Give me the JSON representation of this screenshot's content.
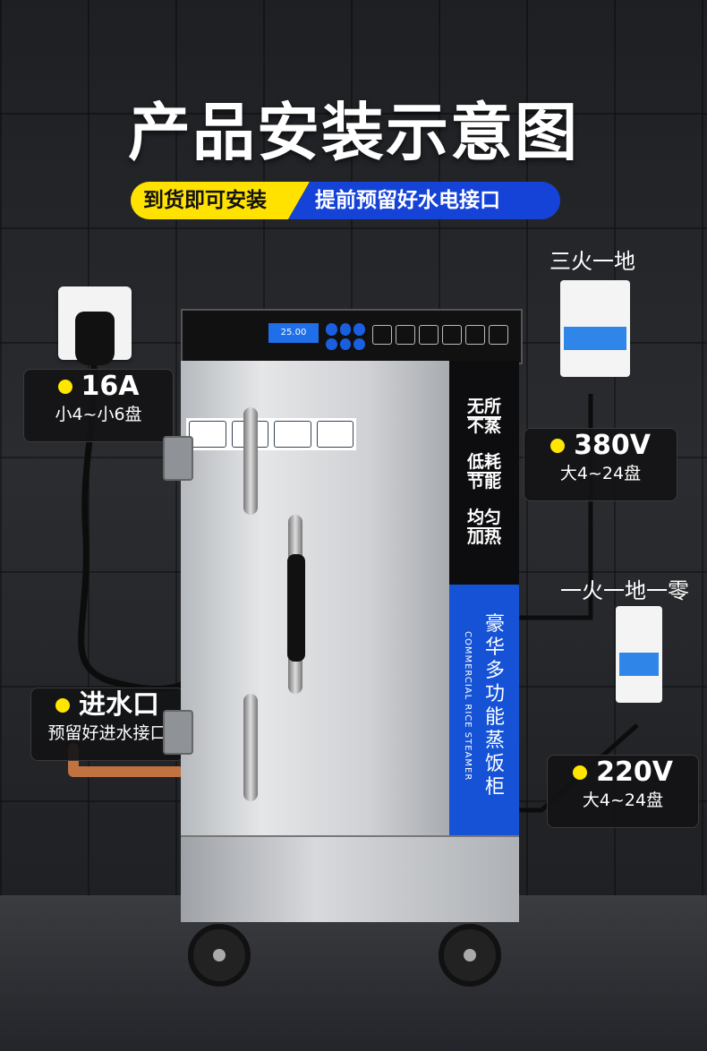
{
  "title": "产品安装示意图",
  "banner": {
    "left": "到货即可安装",
    "right": "提前预留好水电接口"
  },
  "callouts": {
    "power16a": {
      "main": "16A",
      "sub": "小4~小6盘"
    },
    "water": {
      "main": "进水口",
      "sub": "预留好进水接口"
    },
    "v380": {
      "main": "380V",
      "sub": "大4~24盘"
    },
    "v220": {
      "main": "220V",
      "sub": "大4~24盘"
    }
  },
  "labels": {
    "three_phase": "三火一地",
    "single_phase": "一火一地一零"
  },
  "cabinet": {
    "lcd": "25.00",
    "features": [
      "无所不蒸",
      "低耗节能",
      "均匀加热"
    ],
    "vertical_cn": "豪华多功能蒸饭柜",
    "vertical_en": "COMMERCIAL RICE STEAMER"
  }
}
